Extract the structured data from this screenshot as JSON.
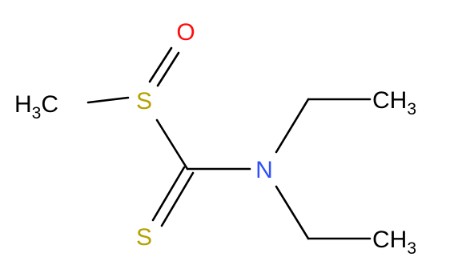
{
  "molecule": {
    "atoms": {
      "methyl_left": {
        "main": "H",
        "sub": "3",
        "tail": "C"
      },
      "sulfinyl_s": "S",
      "oxygen": "O",
      "thione_s": "S",
      "nitrogen": "N",
      "methyl_top": {
        "main": "CH",
        "sub": "3"
      },
      "methyl_bottom": {
        "main": "CH",
        "sub": "3"
      }
    },
    "colors": {
      "bond": "#000000",
      "sulfur": "#b5a100",
      "oxygen": "#ff0d0d",
      "nitrogen": "#3050f8",
      "carbon": "#000000"
    }
  }
}
